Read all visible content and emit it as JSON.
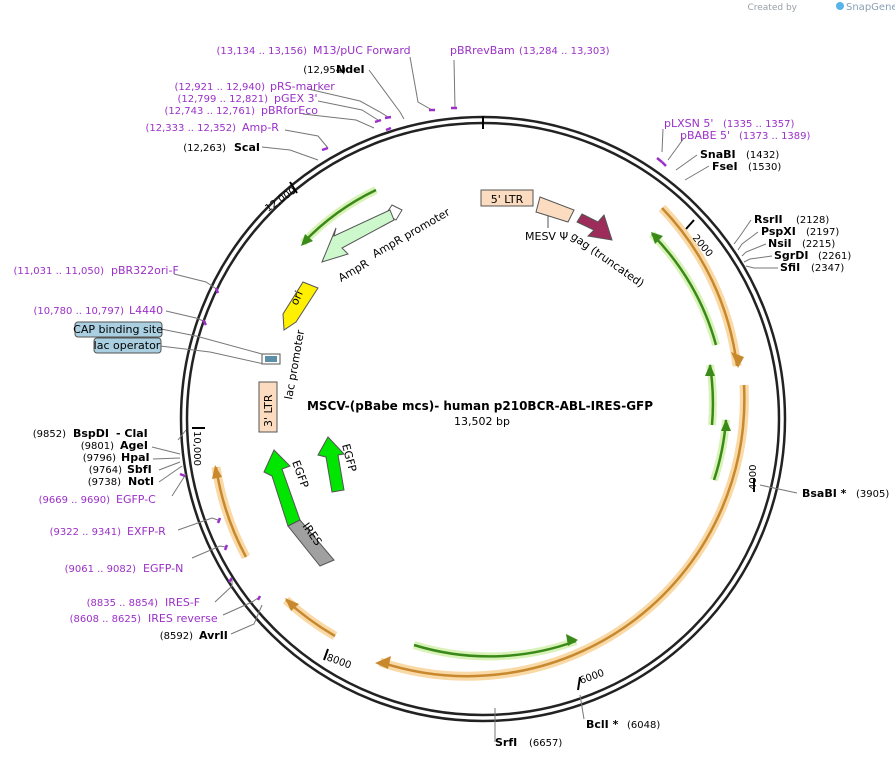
{
  "branding": {
    "created_by": "Created by",
    "product": "SnapGene"
  },
  "plasmid": {
    "name": "MSCV-(pBabe mcs)- human p210BCR-ABL-IRES-GFP",
    "size": "13,502 bp"
  },
  "ticks": [
    "2000",
    "4000",
    "6000",
    "8000",
    "10,000",
    "12,000"
  ],
  "enzymes": [
    {
      "name": "SnaBI",
      "coord": "(1432)"
    },
    {
      "name": "FseI",
      "coord": "(1530)"
    },
    {
      "name": "RsrII",
      "coord": "(2128)"
    },
    {
      "name": "PspXI",
      "coord": "(2197)"
    },
    {
      "name": "NsiI",
      "coord": "(2215)"
    },
    {
      "name": "SgrDI",
      "coord": "(2261)"
    },
    {
      "name": "SfiI",
      "coord": "(2347)"
    },
    {
      "name": "BsaBI *",
      "coord": "(3905)"
    },
    {
      "name": "BclI *",
      "coord": "(6048)"
    },
    {
      "name": "SrfI",
      "coord": "(6657)"
    },
    {
      "name": "AvrII",
      "coord": "(8592)"
    },
    {
      "name": "NotI",
      "coord": "(9738)"
    },
    {
      "name": "SbfI",
      "coord": "(9764)"
    },
    {
      "name": "HpaI",
      "coord": "(9796)"
    },
    {
      "name": "AgeI",
      "coord": "(9801)"
    },
    {
      "name": "BspDI",
      "coord": "(9852)",
      "alt": "- ClaI"
    },
    {
      "name": "ScaI",
      "coord": "(12,263)"
    },
    {
      "name": "NdeI",
      "coord": "(12,954)"
    }
  ],
  "primers": [
    {
      "name": "M13/pUC Forward",
      "coords": "(13,134 .. 13,156)"
    },
    {
      "name": "pBRrevBam",
      "coords": "(13,284 .. 13,303)"
    },
    {
      "name": "pRS-marker",
      "coords": "(12,921 .. 12,940)"
    },
    {
      "name": "pGEX 3'",
      "coords": "(12,799 .. 12,821)"
    },
    {
      "name": "pBRforEco",
      "coords": "(12,743 .. 12,761)"
    },
    {
      "name": "Amp-R",
      "coords": "(12,333 .. 12,352)"
    },
    {
      "name": "pLXSN 5'",
      "coords": "(1335 .. 1357)"
    },
    {
      "name": "pBABE 5'",
      "coords": "(1373 .. 1389)"
    },
    {
      "name": "pBR322ori-F",
      "coords": "(11,031 .. 11,050)"
    },
    {
      "name": "L4440",
      "coords": "(10,780 .. 10,797)"
    },
    {
      "name": "EGFP-C",
      "coords": "(9669 .. 9690)"
    },
    {
      "name": "EXFP-R",
      "coords": "(9322 .. 9341)"
    },
    {
      "name": "EGFP-N",
      "coords": "(9061 .. 9082)"
    },
    {
      "name": "IRES-F",
      "coords": "(8835 .. 8854)"
    },
    {
      "name": "IRES reverse",
      "coords": "(8608 .. 8625)"
    }
  ],
  "boxed_features": [
    "CAP binding site",
    "lac operator"
  ],
  "features": {
    "ltr5": "5' LTR",
    "mesv": "MESV Ψ",
    "gag": "gag (truncated)",
    "ampr_promoter": "AmpR promoter",
    "ampr": "AmpR",
    "ori": "ori",
    "lac_promoter": "lac promoter",
    "ltr3": "3' LTR",
    "egfp_a": "EGFP",
    "egfp_b": "EGFP",
    "ires": "IRES"
  }
}
